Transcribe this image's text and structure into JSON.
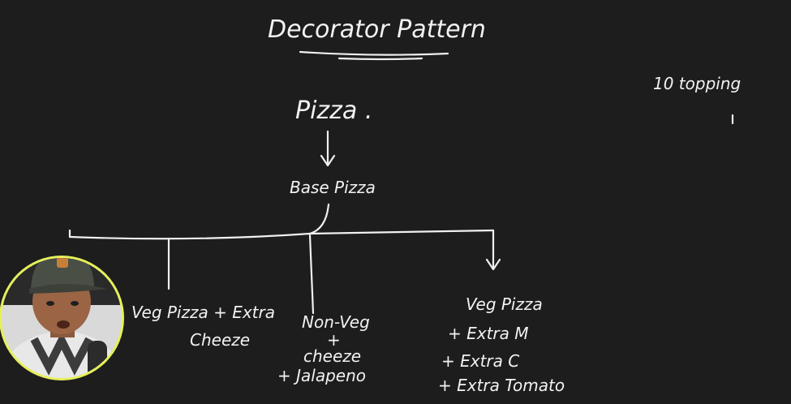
{
  "diagram": {
    "title": "Decorator Pattern",
    "note": "10 topping",
    "root": "Pizza .",
    "base": "Base Pizza",
    "branches": {
      "veg_extra_cheese": [
        "Veg Pizza + Extra",
        "Cheeze"
      ],
      "non_veg": [
        "Non-Veg",
        "+",
        "cheeze",
        "+ Jalapeno"
      ],
      "veg_pizza": [
        "Veg Pizza",
        "+ Extra M",
        "+ Extra C",
        "+ Extra Tomato"
      ]
    }
  },
  "colors": {
    "board": "#1d1d1d",
    "chalk": "#f0f0f0",
    "webcam_ring": "#e6f05a"
  },
  "webcam": {
    "icon": "presenter-avatar-icon"
  }
}
